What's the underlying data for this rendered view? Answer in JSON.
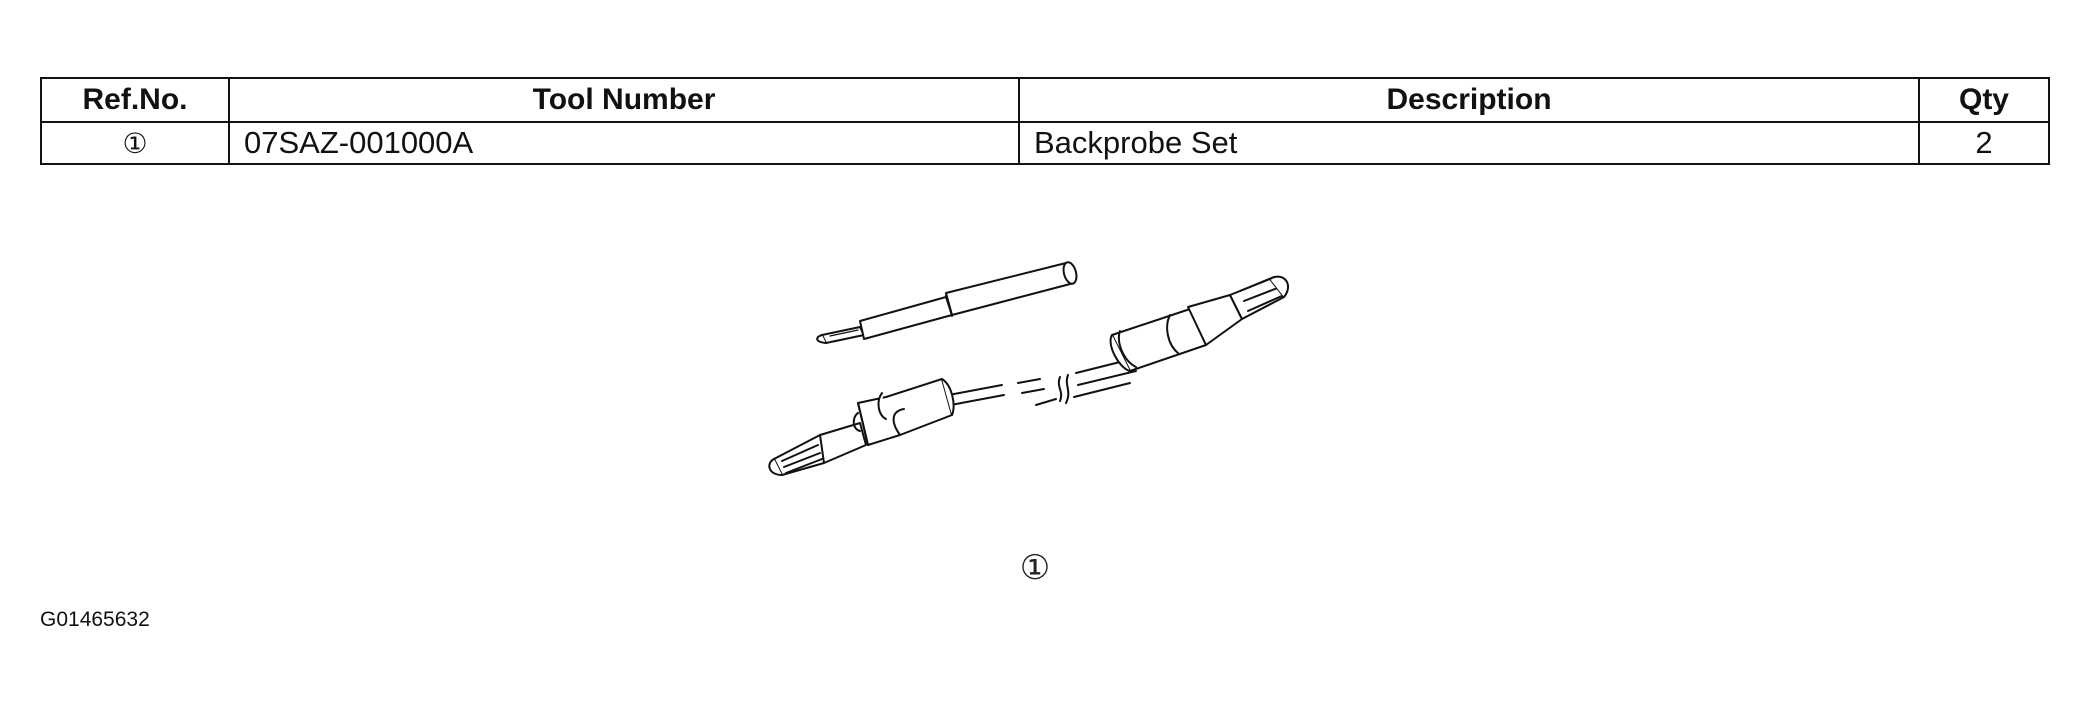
{
  "table": {
    "headers": {
      "ref_no": "Ref.No.",
      "tool_number": "Tool Number",
      "description": "Description",
      "qty": "Qty"
    },
    "rows": [
      {
        "ref_no": "①",
        "tool_number": "07SAZ-001000A",
        "description": "Backprobe Set",
        "qty": "2"
      }
    ]
  },
  "figure": {
    "ref_label": "①",
    "id": "G01465632"
  }
}
